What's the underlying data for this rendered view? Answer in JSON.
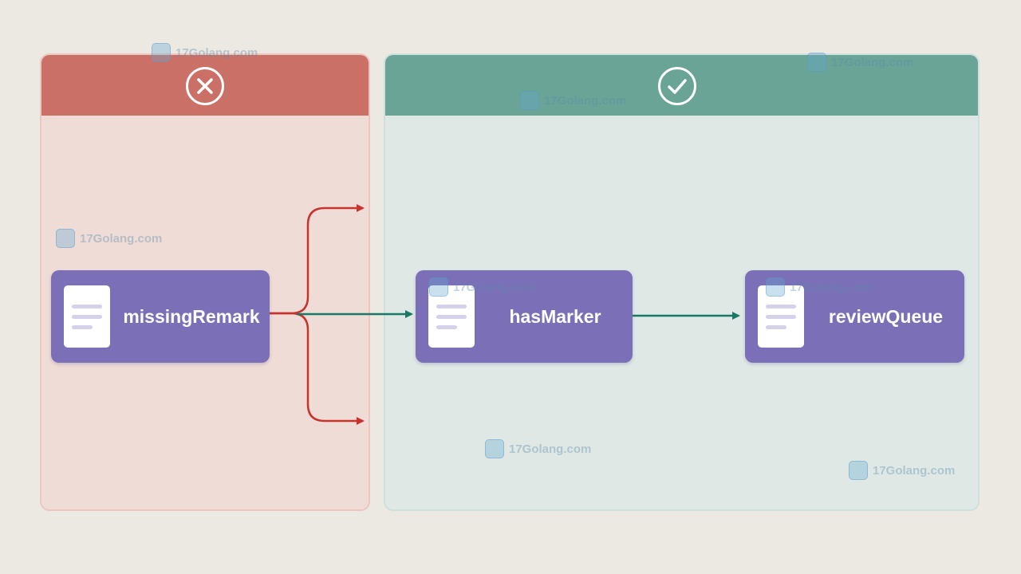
{
  "panels": {
    "invalid": {
      "icon": "close-circle-icon",
      "color": "#cb7067"
    },
    "valid": {
      "icon": "check-circle-icon",
      "color": "#69a497"
    }
  },
  "nodes": [
    {
      "id": "missing",
      "label": "missingRemark",
      "icon": "document-icon"
    },
    {
      "id": "has",
      "label": "hasMarker",
      "icon": "document-icon"
    },
    {
      "id": "review",
      "label": "reviewQueue",
      "icon": "document-icon"
    }
  ],
  "watermark": {
    "text": "17Golang.com"
  },
  "colors": {
    "node": "#7b6fb8",
    "red_arrow": "#c8342c",
    "green_arrow": "#187a66"
  }
}
